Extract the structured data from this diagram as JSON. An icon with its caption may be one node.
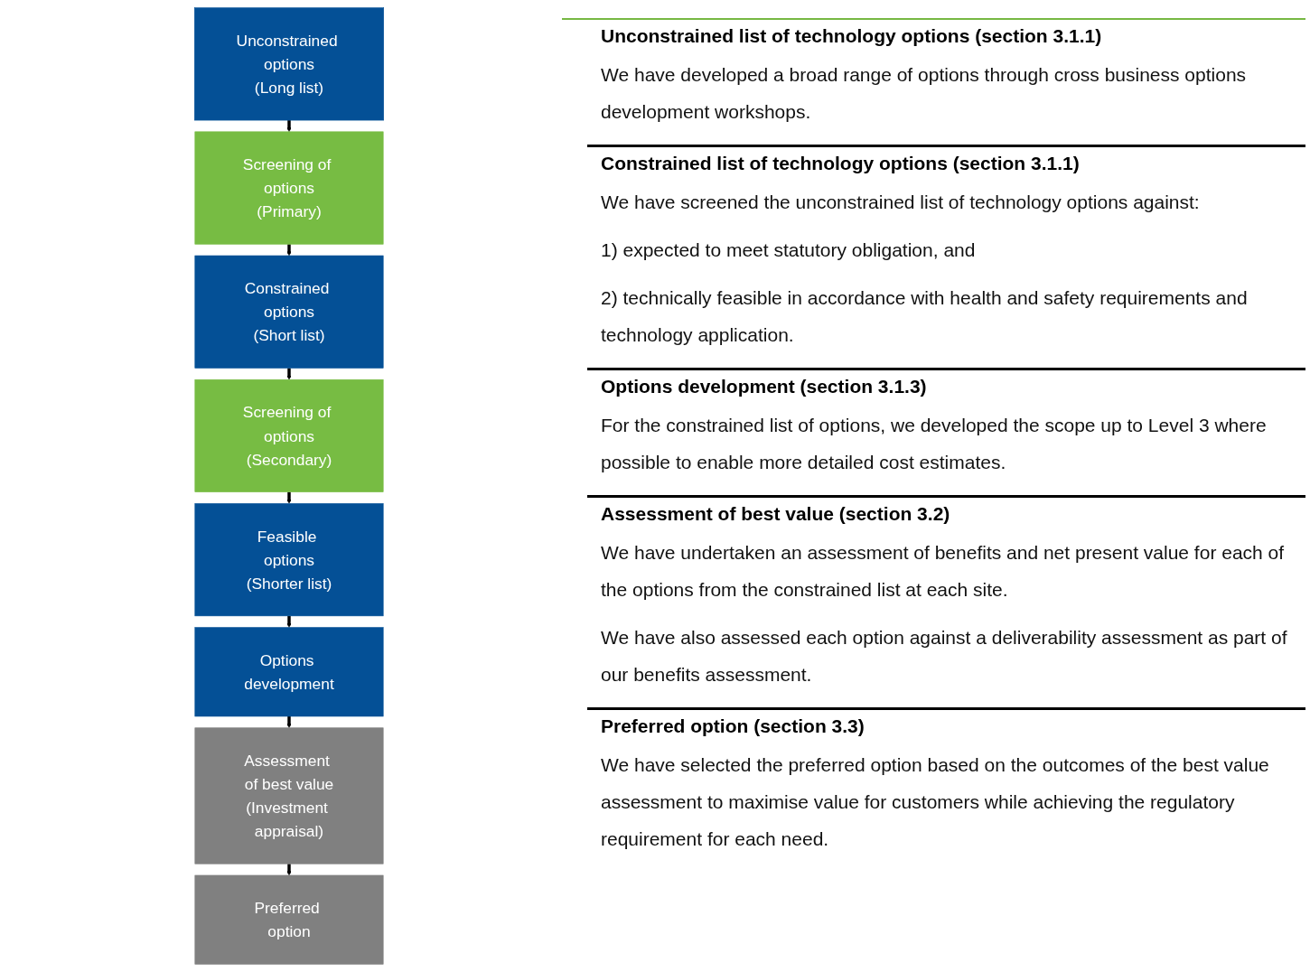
{
  "diagram": {
    "nodes": [
      {
        "text": [
          "Unconstrained options",
          "(Long list)"
        ]
      },
      {
        "text": [
          "Screening of options",
          "(Primary)"
        ]
      },
      {
        "text": [
          "Constrained options",
          "(Short list)"
        ]
      },
      {
        "text": [
          "Screening of options",
          "(Secondary)"
        ]
      },
      {
        "text": [
          "Feasible options",
          "(Shorter list)"
        ]
      },
      {
        "text": [
          "Options development"
        ]
      },
      {
        "text": [
          "Assessment of best value",
          "(Investment appraisal)"
        ]
      },
      {
        "text": [
          "Preferred option"
        ]
      }
    ],
    "edges": [
      {
        "from": 0,
        "to": 1,
        "arrow": "to"
      },
      {
        "from": 1,
        "to": 2,
        "arrow": "to"
      },
      {
        "from": 2,
        "to": 3,
        "arrow": "to"
      },
      {
        "from": 3,
        "to": 4,
        "arrow": "to"
      },
      {
        "from": 4,
        "to": 5,
        "arrow": "to"
      },
      {
        "from": 5,
        "to": 6,
        "arrow": "to"
      },
      {
        "from": 6,
        "to": 7,
        "arrow": "to"
      }
    ],
    "labels": [
      "Unconstrained list of technology options (section 3.1.1)",
      "We have developed a broad range of options through cross business options development workshops.",
      "Constrained list of technology options (section 3.1.1)",
      "We have screened the unconstrained list of technology options against:",
      "1) expected to meet statutory obligation, and",
      "2) technically feasible in accordance with health and safety requirements and technology application.",
      "Options development (section 3.1.3)",
      "For the constrained list of options, we developed the scope up to Level 3 where possible to enable more detailed cost estimates.",
      "Assessment of best value (section 3.2)",
      "We have undertaken an assessment of benefits and net present value for each of the options from the constrained list at each site.",
      "We have also assessed each option against a deliverability assessment as part of our benefits assessment.",
      "Preferred option (section 3.3)",
      "We have selected the preferred option based on the outcomes of the best value assessment to maximise value for customers while achieving the regulatory requirement for each need."
    ]
  }
}
